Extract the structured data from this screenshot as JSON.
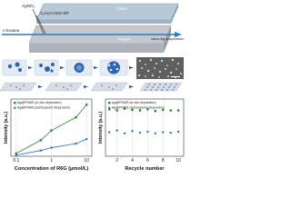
{
  "colors": {
    "glass": "#b9c8d6",
    "pdms": "#c3c8ce",
    "channel": "#2d78b8",
    "particle_blue": "#2d64b4",
    "arrow": "#1e50a0",
    "series_ag": "#2a8a3a",
    "series_agpdms": "#2a6fc0",
    "grid": "#d6d6d6"
  },
  "channel_diagram": {
    "label_agno3": "AgNO₃",
    "label_reagent": "C₆H₅O₇/AEO-9/P",
    "label_glass": "Glass",
    "label_hexane": "n-hexane",
    "label_pdms": "PDMS",
    "label_suspension": "nano-Ag suspension"
  },
  "chart_data": [
    {
      "type": "line",
      "xlabel": "Concentration of R6G (μmol/L)",
      "ylabel": "Intensity (a.u.)",
      "x_scale": "log",
      "xticks": [
        "0.1",
        "1",
        "10"
      ],
      "legend_position": "top-left",
      "series": [
        {
          "name": "Ag@PDMS (in situ deposition)",
          "x": [
            0.1,
            0.5,
            1,
            5,
            10
          ],
          "values": [
            0.05,
            0.28,
            0.45,
            0.68,
            0.9
          ]
        },
        {
          "name": "Ag@PDMS (subsequent dispersion)",
          "x": [
            0.1,
            0.5,
            1,
            5,
            10
          ],
          "values": [
            0.02,
            0.1,
            0.15,
            0.22,
            0.3
          ]
        }
      ]
    },
    {
      "type": "scatter",
      "xlabel": "Recycle number",
      "ylabel": "Intensity (a.u.)",
      "xticks": [
        "2",
        "4",
        "6",
        "8",
        "10"
      ],
      "legend_position": "top-left",
      "series": [
        {
          "name": "Ag@PDMS (in situ deposition)",
          "x": [
            1,
            2,
            3,
            4,
            5,
            6,
            7,
            8,
            9,
            10
          ],
          "values": [
            0.82,
            0.8,
            0.83,
            0.81,
            0.8,
            0.82,
            0.79,
            0.81,
            0.8,
            0.8
          ]
        },
        {
          "name": "Ag@PDMS (subsequent dispersion)",
          "x": [
            1,
            2,
            3,
            4,
            5,
            6,
            7,
            8,
            9,
            10
          ],
          "values": [
            0.42,
            0.45,
            0.4,
            0.44,
            0.41,
            0.43,
            0.4,
            0.42,
            0.41,
            0.43
          ]
        }
      ]
    }
  ]
}
